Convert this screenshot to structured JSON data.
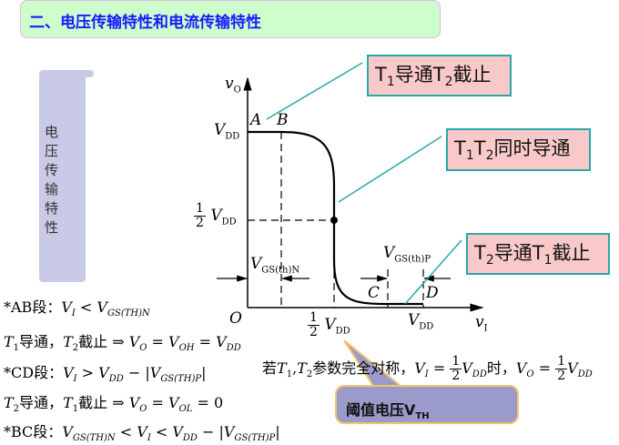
{
  "header": {
    "title": "二、电压传输特性和电流传输特性"
  },
  "side_label": "电压传输特性",
  "callouts": [
    {
      "a": "T",
      "a_sub": "1",
      "b": "导通T",
      "b_sub": "2",
      "c": "截止"
    },
    {
      "a": "T",
      "a_sub": "1",
      "b": "T",
      "b_sub": "2",
      "c": "同时导通"
    },
    {
      "a": "T",
      "a_sub": "2",
      "b": "导通T",
      "b_sub": "1",
      "c": "截止"
    }
  ],
  "graph": {
    "y_axis": "v",
    "y_axis_sub": "O",
    "x_axis": "v",
    "x_axis_sub": "I",
    "origin": "O",
    "points": [
      "A",
      "B",
      "C",
      "D"
    ],
    "vdd": "V",
    "vdd_sub": "DD",
    "half_num": "1",
    "half_den": "2",
    "vgsn": "V",
    "vgsn_sub": "GS(th)N",
    "vgsp": "V",
    "vgsp_sub": "GS(th)P"
  },
  "formulas": {
    "l1": {
      "star": "*AB段：",
      "a": "V",
      "a_sub": "I",
      "op": " < ",
      "b": "V",
      "b_sub": "GS(TH)N"
    },
    "l2": {
      "t1": "T",
      "t1s": "1",
      "m": "导通，",
      "t2": "T",
      "t2s": "2",
      "r": "截止 ⇒ ",
      "v1": "V",
      "v1s": "O",
      "e1": " = ",
      "v2": "V",
      "v2s": "OH",
      "e2": " = ",
      "v3": "V",
      "v3s": "DD"
    },
    "l3": {
      "star": "*CD段：",
      "a": "V",
      "a_sub": "I",
      "op": " > ",
      "b": "V",
      "b_sub": "DD",
      "m": " − |",
      "c": "V",
      "c_sub": "GS(TH)P",
      "end": "|"
    },
    "l4": {
      "t1": "T",
      "t1s": "2",
      "m": "导通，",
      "t2": "T",
      "t2s": "1",
      "r": "截止 ⇒ ",
      "v1": "V",
      "v1s": "O",
      "e1": " = ",
      "v2": "V",
      "v2s": "OL",
      "e2": " = 0"
    },
    "l5": {
      "star": "*BC段：",
      "a": "V",
      "a_sub": "GS(TH)N",
      "op": " < ",
      "b": "V",
      "b_sub": "I",
      "op2": " < ",
      "c": "V",
      "c_sub": "DD",
      "m": " − |",
      "d": "V",
      "d_sub": "GS(TH)P",
      "end": "|"
    },
    "sym": {
      "pre": "若",
      "t": "T",
      "t1": "1",
      "comma": ",",
      "t2": "2",
      "mid": "参数完全对称，",
      "vi": "V",
      "vis": "I",
      "eq": " = ",
      "num": "1",
      "den": "2",
      "vdd": "V",
      "vdds": "DD",
      "when": "时，",
      "vo": "V",
      "vos": "O",
      "eq2": " = ",
      "num2": "1",
      "den2": "2",
      "vdd2": "V",
      "vdd2s": "DD"
    }
  },
  "threshold": {
    "label": "阈值电压V",
    "sub": "TH"
  },
  "colors": {
    "header_bg": "#ccffcc",
    "header_text": "#1a1aff",
    "callout_bg": "#f9c9c9",
    "callout_border": "#2aa8a8",
    "threshold_bg": "#9a9acb"
  }
}
